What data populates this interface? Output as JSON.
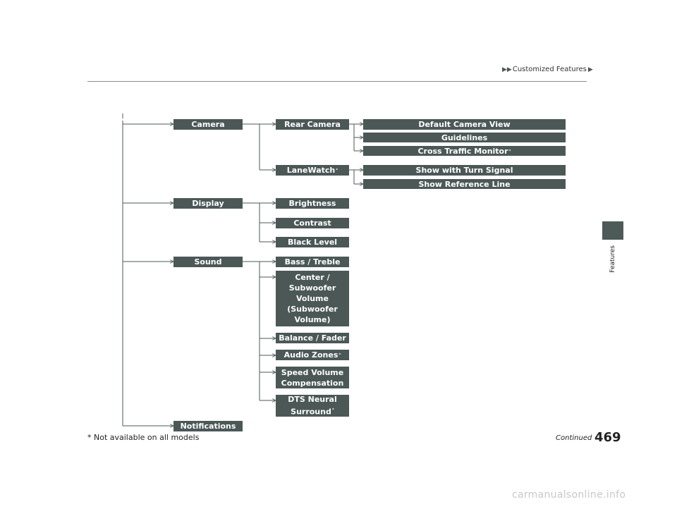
{
  "header": {
    "breadcrumb": "Customized Features"
  },
  "side_tab": {
    "label": "Features"
  },
  "tree": {
    "camera": "Camera",
    "rear_camera": "Rear Camera",
    "default_camera_view": "Default Camera View",
    "guidelines": "Guidelines",
    "cross_traffic_monitor": "Cross Traffic Monitor",
    "lanewatch": "LaneWatch",
    "show_with_turn_signal": "Show with Turn Signal",
    "show_reference_line": "Show Reference Line",
    "display": "Display",
    "brightness": "Brightness",
    "contrast": "Contrast",
    "black_level": "Black Level",
    "sound": "Sound",
    "bass_treble": "Bass / Treble",
    "center_subwoofer": "Center /\nSubwoofer\nVolume\n(Subwoofer\nVolume)",
    "balance_fader": "Balance / Fader",
    "audio_zones": "Audio Zones",
    "speed_volume": "Speed Volume\nCompensation",
    "dts_neural_1": "DTS Neural",
    "dts_neural_2": "Surround",
    "notifications": "Notifications"
  },
  "asterisk": "*",
  "footer": {
    "footnote": "* Not available on all models",
    "continued": "Continued",
    "page_number": "469"
  },
  "watermark": "carmanualsonline.info",
  "colors": {
    "box": "#4b5856",
    "line": "#4b5856"
  }
}
